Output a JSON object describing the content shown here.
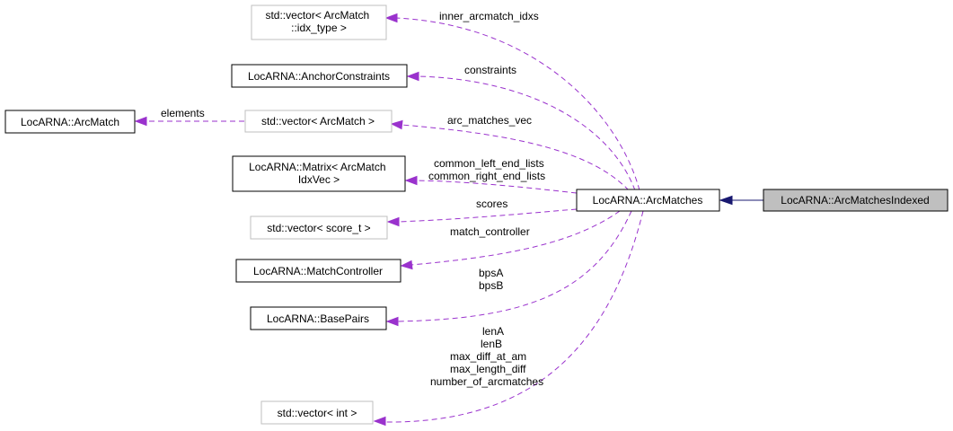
{
  "nodes": {
    "arc_matches_indexed": [
      "LocARNA::ArcMatchesIndexed"
    ],
    "arc_matches": [
      "LocARNA::ArcMatches"
    ],
    "vector_idx_type": [
      "std::vector< ArcMatch",
      "::idx_type >"
    ],
    "anchor_constraints": [
      "LocARNA::AnchorConstraints"
    ],
    "arc_match": [
      "LocARNA::ArcMatch"
    ],
    "vector_arc_match": [
      "std::vector< ArcMatch >"
    ],
    "matrix": [
      "LocARNA::Matrix< ArcMatch",
      "IdxVec >"
    ],
    "vector_score": [
      "std::vector< score_t >"
    ],
    "match_controller": [
      "LocARNA::MatchController"
    ],
    "base_pairs": [
      "LocARNA::BasePairs"
    ],
    "vector_int": [
      "std::vector< int >"
    ]
  },
  "edge_labels": {
    "inner_arcmatch_idxs": [
      "inner_arcmatch_idxs"
    ],
    "constraints": [
      "constraints"
    ],
    "elements": [
      "elements"
    ],
    "arc_matches_vec": [
      "arc_matches_vec"
    ],
    "common_lists": [
      "common_left_end_lists",
      "common_right_end_lists"
    ],
    "scores": [
      "scores"
    ],
    "match_controller": [
      "match_controller"
    ],
    "bps": [
      "bpsA",
      "bpsB"
    ],
    "ints": [
      "lenA",
      "lenB",
      "max_diff_at_am",
      "max_length_diff",
      "number_of_arcmatches"
    ]
  },
  "colors": {
    "usage_edge": "#9a32cd",
    "inheritance_edge": "#191970",
    "focus_fill": "#bfbfbf",
    "external_border": "#bfbfbf"
  }
}
